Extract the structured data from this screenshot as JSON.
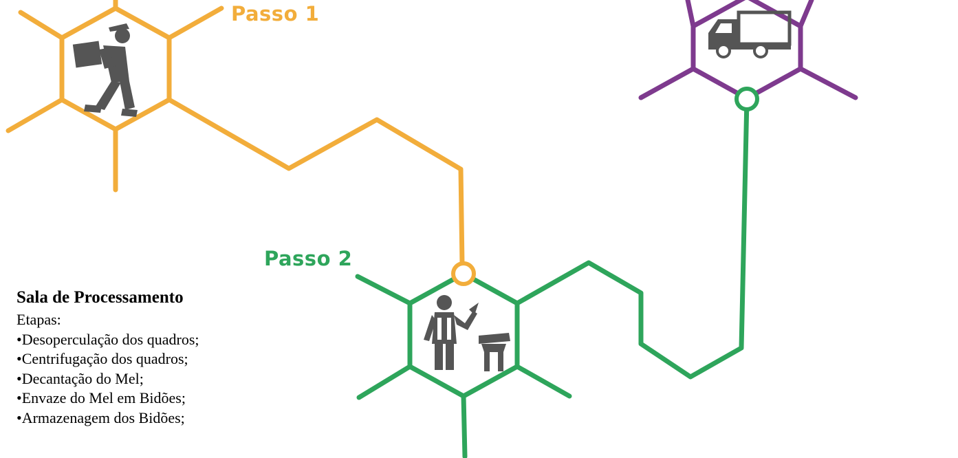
{
  "steps": [
    {
      "label": "Passo 1",
      "color": "#f2ad3b",
      "icon": "carrying-box-worker-icon"
    },
    {
      "label": "Passo 2",
      "color": "#2ea55b",
      "icon": "extractor-worker-icon"
    },
    {
      "label": "",
      "color": "#7e3a8e",
      "icon": "truck-icon"
    }
  ],
  "info": {
    "title": "Sala de Processamento",
    "subtitle": "Etapas:",
    "items": [
      "Desoperculação dos quadros;",
      "Centrifugação dos quadros;",
      "Decantação do Mel;",
      "Envaze do Mel em Bidões;",
      "Armazenagem dos Bidões;"
    ]
  },
  "colors": {
    "icon_gray": "#555555",
    "step1": "#f2ad3b",
    "step2": "#2ea55b",
    "step3": "#7e3a8e"
  }
}
